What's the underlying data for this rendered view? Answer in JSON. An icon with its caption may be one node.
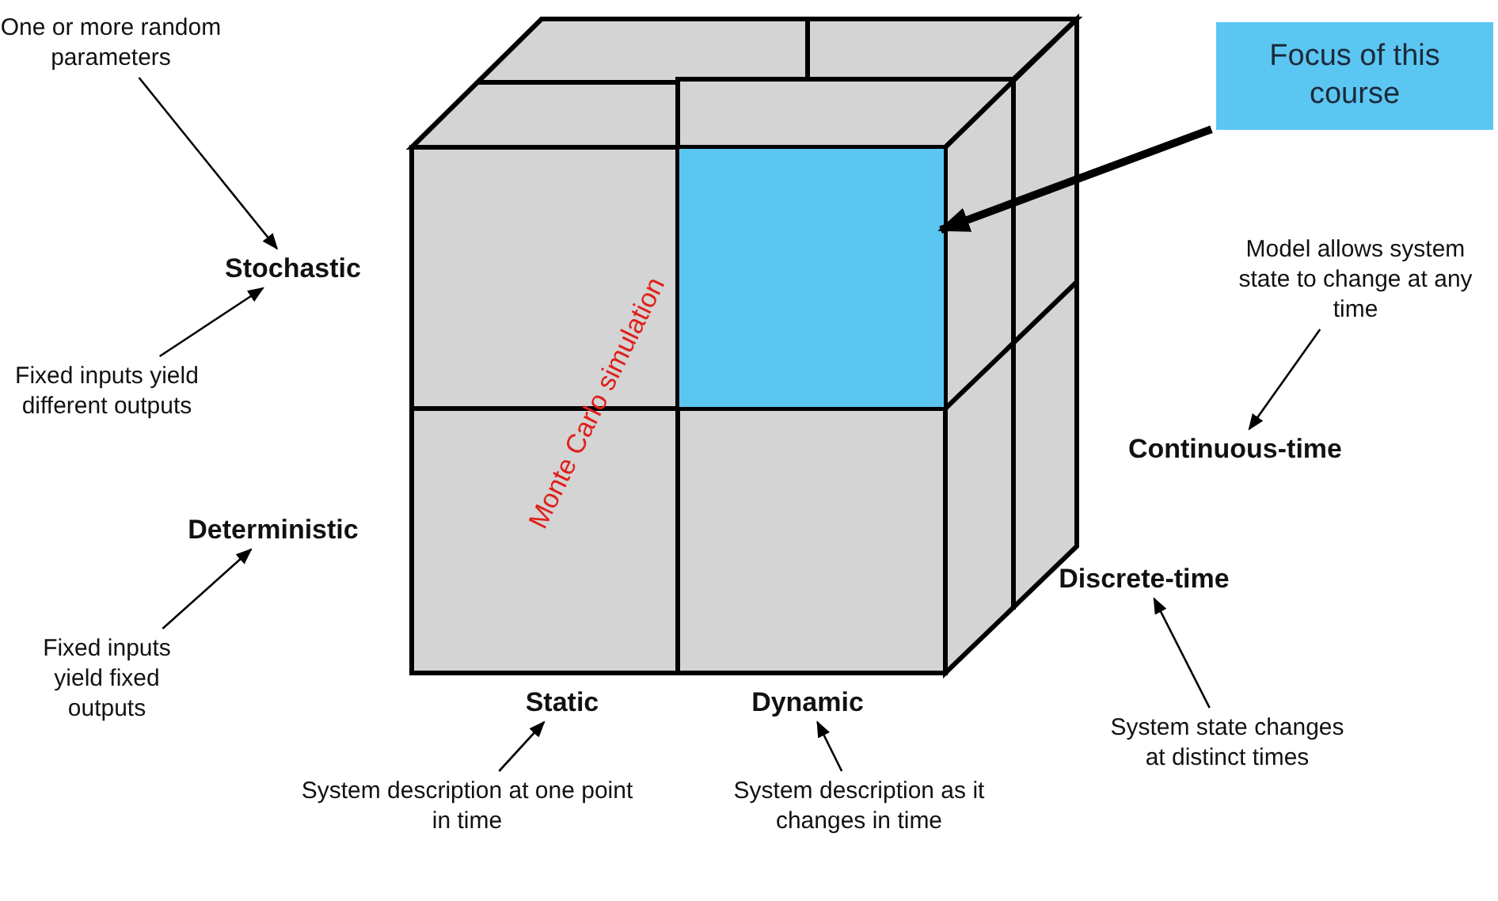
{
  "diagram": {
    "nodes": [
      {
        "text": [
          "One or more random parameters"
        ]
      },
      {
        "text": [
          "Stochastic"
        ]
      },
      {
        "text": [
          "Fixed inputs yield different outputs"
        ]
      },
      {
        "text": [
          "Deterministic"
        ]
      },
      {
        "text": [
          "Fixed inputs yield fixed outputs"
        ]
      },
      {
        "text": [
          "Static"
        ]
      },
      {
        "text": [
          "Dynamic"
        ]
      },
      {
        "text": [
          "System description at one point in time"
        ]
      },
      {
        "text": [
          "System description as it changes in time"
        ]
      },
      {
        "text": [
          "Focus of this course"
        ]
      },
      {
        "text": [],
        "shape": "box"
      },
      {
        "text": [
          "Model allows system state to change at any time"
        ]
      },
      {
        "text": [
          "Continuous-time"
        ]
      },
      {
        "text": [
          "Discrete-time"
        ]
      },
      {
        "text": [
          "System state changes at distinct times"
        ]
      }
    ],
    "edges": [
      {
        "from": 0,
        "to": 1,
        "arrow": "to"
      },
      {
        "from": 2,
        "to": 1,
        "arrow": "to"
      },
      {
        "from": 4,
        "to": 3,
        "arrow": "to"
      },
      {
        "from": 7,
        "to": 5,
        "arrow": "to"
      },
      {
        "from": 8,
        "to": 6,
        "arrow": "to"
      },
      {
        "from": 9,
        "to": 10,
        "arrow": "to",
        "style": "thick"
      },
      {
        "from": 11,
        "to": 12,
        "arrow": "to"
      },
      {
        "from": 14,
        "to": 13,
        "arrow": "to"
      }
    ],
    "labels": [
      "Monte Carlo simulation"
    ]
  }
}
